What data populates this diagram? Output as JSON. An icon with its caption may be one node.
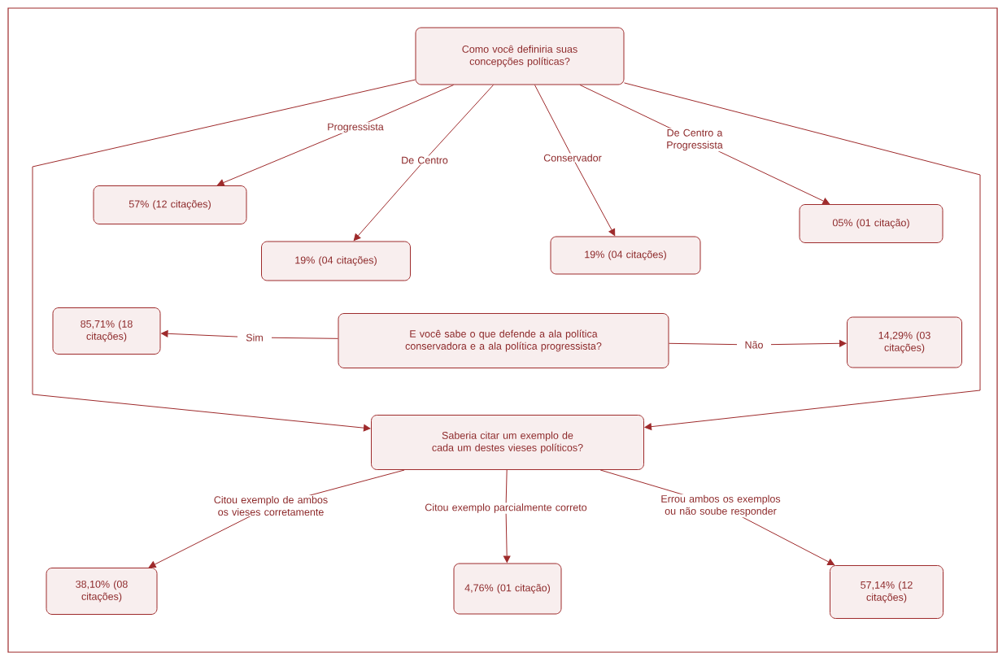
{
  "diagram": {
    "nodes": [
      {
        "text": [
          "Como você definiria suas concepções políticas?"
        ]
      },
      {
        "text": [
          "57% (12 citações)"
        ]
      },
      {
        "text": [
          "19% (04 citações)"
        ]
      },
      {
        "text": [
          "19% (04 citações)"
        ]
      },
      {
        "text": [
          "05% (01 citação)"
        ]
      },
      {
        "text": [
          "85,71% (18 citações)"
        ]
      },
      {
        "text": [
          "E você sabe o que defende a ala política conservadora e a ala política progressista?"
        ]
      },
      {
        "text": [
          "14,29% (03 citações)"
        ]
      },
      {
        "text": [
          "Saberia citar um exemplo de cada um destes vieses políticos?"
        ]
      },
      {
        "text": [
          "38,10% (08 citações)"
        ]
      },
      {
        "text": [
          "4,76% (01 citação)"
        ]
      },
      {
        "text": [
          "57,14% (12 citações)"
        ]
      }
    ],
    "edges": [
      {
        "from": 0,
        "to": 1,
        "arrow": "to",
        "label": "Progressista"
      },
      {
        "from": 0,
        "to": 2,
        "arrow": "to",
        "label": "De Centro"
      },
      {
        "from": 0,
        "to": 3,
        "arrow": "to",
        "label": "Conservador"
      },
      {
        "from": 0,
        "to": 4,
        "arrow": "to",
        "label": "De Centro a Progressista"
      },
      {
        "from": 0,
        "to": 8,
        "arrow": "to"
      },
      {
        "from": 0,
        "to": 8,
        "arrow": "to"
      },
      {
        "from": 6,
        "to": 5,
        "arrow": "to",
        "label": "Sim"
      },
      {
        "from": 6,
        "to": 7,
        "arrow": "to",
        "label": "Não"
      },
      {
        "from": 8,
        "to": 9,
        "arrow": "to",
        "label": "Citou exemplo de ambos os vieses corretamente"
      },
      {
        "from": 8,
        "to": 10,
        "arrow": "to",
        "label": "Citou exemplo parcialmente correto"
      },
      {
        "from": 8,
        "to": 11,
        "arrow": "to",
        "label": "Errou ambos os exemplos ou não soube responder"
      }
    ]
  }
}
